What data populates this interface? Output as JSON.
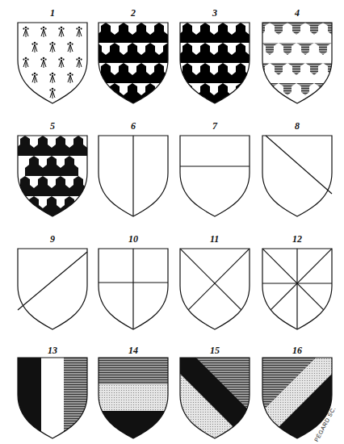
{
  "diagram": {
    "labels": [
      "1",
      "2",
      "3",
      "4",
      "5",
      "6",
      "7",
      "8",
      "9",
      "10",
      "11",
      "12",
      "13",
      "14",
      "15",
      "16",
      "PÉGARD SC."
    ]
  }
}
